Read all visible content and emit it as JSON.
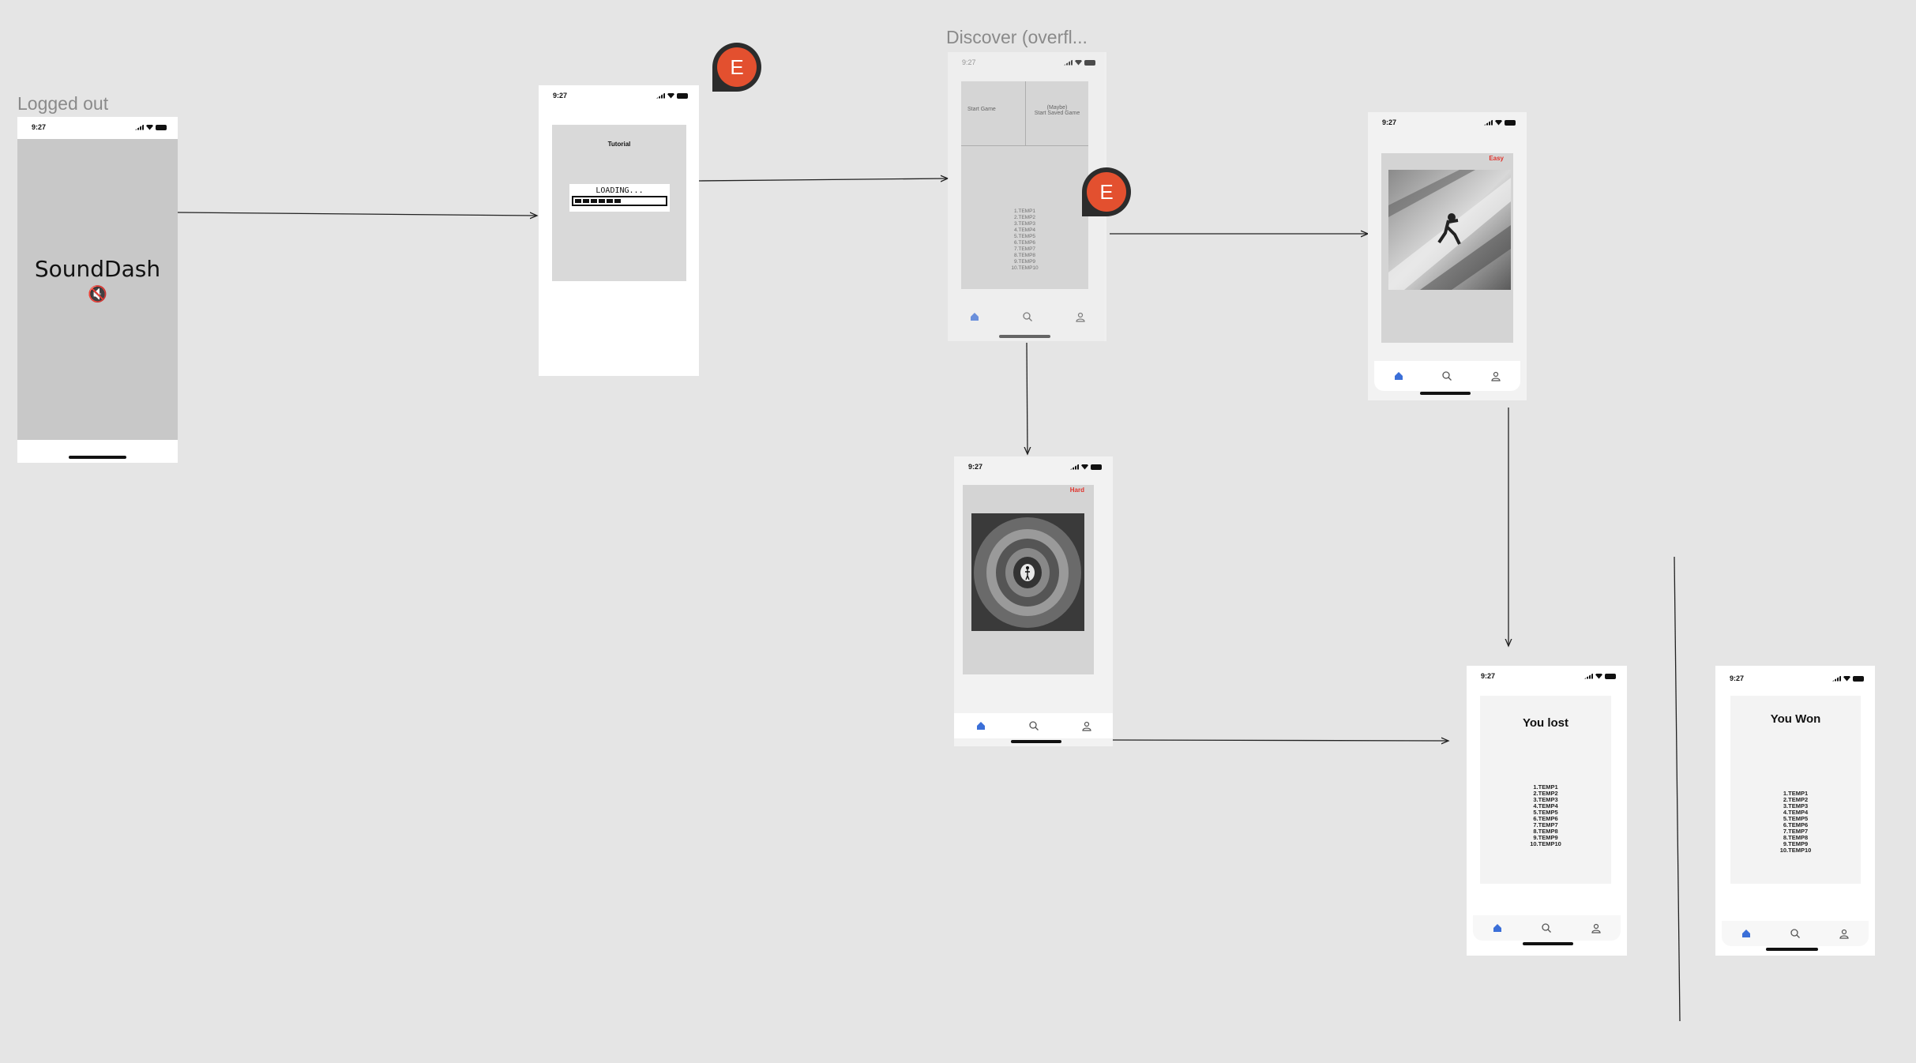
{
  "frames": {
    "logged_out": {
      "label": "Logged out",
      "time": "9:27",
      "app_title": "SoundDash",
      "app_icon": "🔇"
    },
    "tutorial": {
      "time": "9:27",
      "title": "Tutorial",
      "loading_text": "LOADING...",
      "progress_blocks": 6
    },
    "discover": {
      "label": "Discover (overfl...",
      "time": "9:27",
      "start_game": "Start Game",
      "start_saved_line1": "(Maybe)",
      "start_saved_line2": "Start Saved Game",
      "leaderboard": [
        "1.TEMP1",
        "2.TEMP2",
        "3.TEMP3",
        "4.TEMP4",
        "5.TEMP5",
        "6.TEMP6",
        "7.TEMP7",
        "8.TEMP8",
        "9.TEMP9",
        "10.TEMP10"
      ]
    },
    "easy": {
      "time": "9:27",
      "difficulty": "Easy"
    },
    "hard": {
      "time": "9:27",
      "difficulty": "Hard"
    },
    "lost": {
      "time": "9:27",
      "title": "You lost",
      "leaderboard": [
        "1.TEMP1",
        "2.TEMP2",
        "3.TEMP3",
        "4.TEMP4",
        "5.TEMP5",
        "6.TEMP6",
        "7.TEMP7",
        "8.TEMP8",
        "9.TEMP9",
        "10.TEMP10"
      ]
    },
    "won": {
      "time": "9:27",
      "title": "You Won",
      "leaderboard": [
        "1.TEMP1",
        "2.TEMP2",
        "3.TEMP3",
        "4.TEMP4",
        "5.TEMP5",
        "6.TEMP6",
        "7.TEMP7",
        "8.TEMP8",
        "9.TEMP9",
        "10.TEMP10"
      ]
    }
  },
  "comments": [
    {
      "initial": "E"
    },
    {
      "initial": "E"
    }
  ],
  "icons": {
    "tab_home": "home-icon",
    "tab_search": "search-icon",
    "tab_profile": "profile-icon"
  },
  "colors": {
    "canvas": "#e5e5e5",
    "comment_badge": "#e3502f",
    "difficulty_text": "#e0332c",
    "tab_active": "#3b6fd8"
  }
}
